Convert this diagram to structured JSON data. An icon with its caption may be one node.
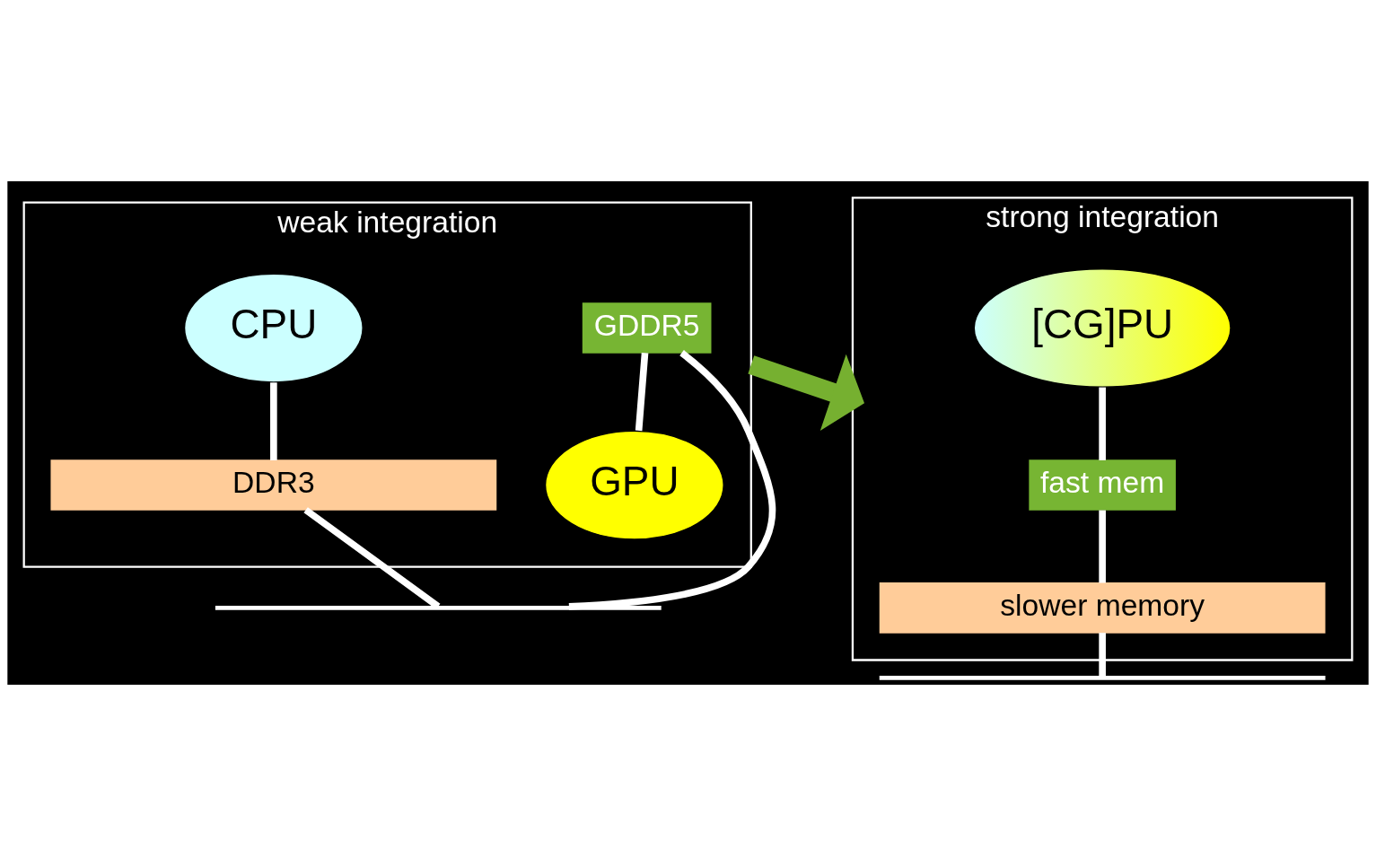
{
  "diagram": {
    "nodes": [
      {
        "text": [
          "weak integration"
        ]
      },
      {
        "text": [
          "CPU"
        ],
        "in": 0
      },
      {
        "text": [
          "DDR3"
        ],
        "in": 0
      },
      {
        "text": [],
        "shape": "bar"
      },
      {
        "text": [
          "GDDR5"
        ],
        "in": 0
      },
      {
        "text": [
          "GPU"
        ],
        "in": 0
      },
      {
        "text": [
          "strong integration"
        ]
      },
      {
        "text": [
          "[CG]PU"
        ],
        "in": 6
      },
      {
        "text": [
          "fast mem"
        ],
        "in": 6
      },
      {
        "text": [
          "slower memory"
        ],
        "in": 6
      },
      {
        "text": [],
        "shape": "bar"
      }
    ],
    "edges": [
      {
        "from": 1,
        "to": 2,
        "arrow": "none"
      },
      {
        "from": 2,
        "to": 3,
        "arrow": "none"
      },
      {
        "from": 3,
        "to": 4,
        "arrow": "none"
      },
      {
        "from": 4,
        "to": 5,
        "arrow": "none"
      },
      {
        "from": 0,
        "to": 6,
        "arrow": "to",
        "style": "thick",
        "color": "#76b030"
      },
      {
        "from": 7,
        "to": 8,
        "arrow": "none"
      },
      {
        "from": 8,
        "to": 9,
        "arrow": "none"
      },
      {
        "from": 9,
        "to": 10,
        "arrow": "none"
      }
    ]
  }
}
